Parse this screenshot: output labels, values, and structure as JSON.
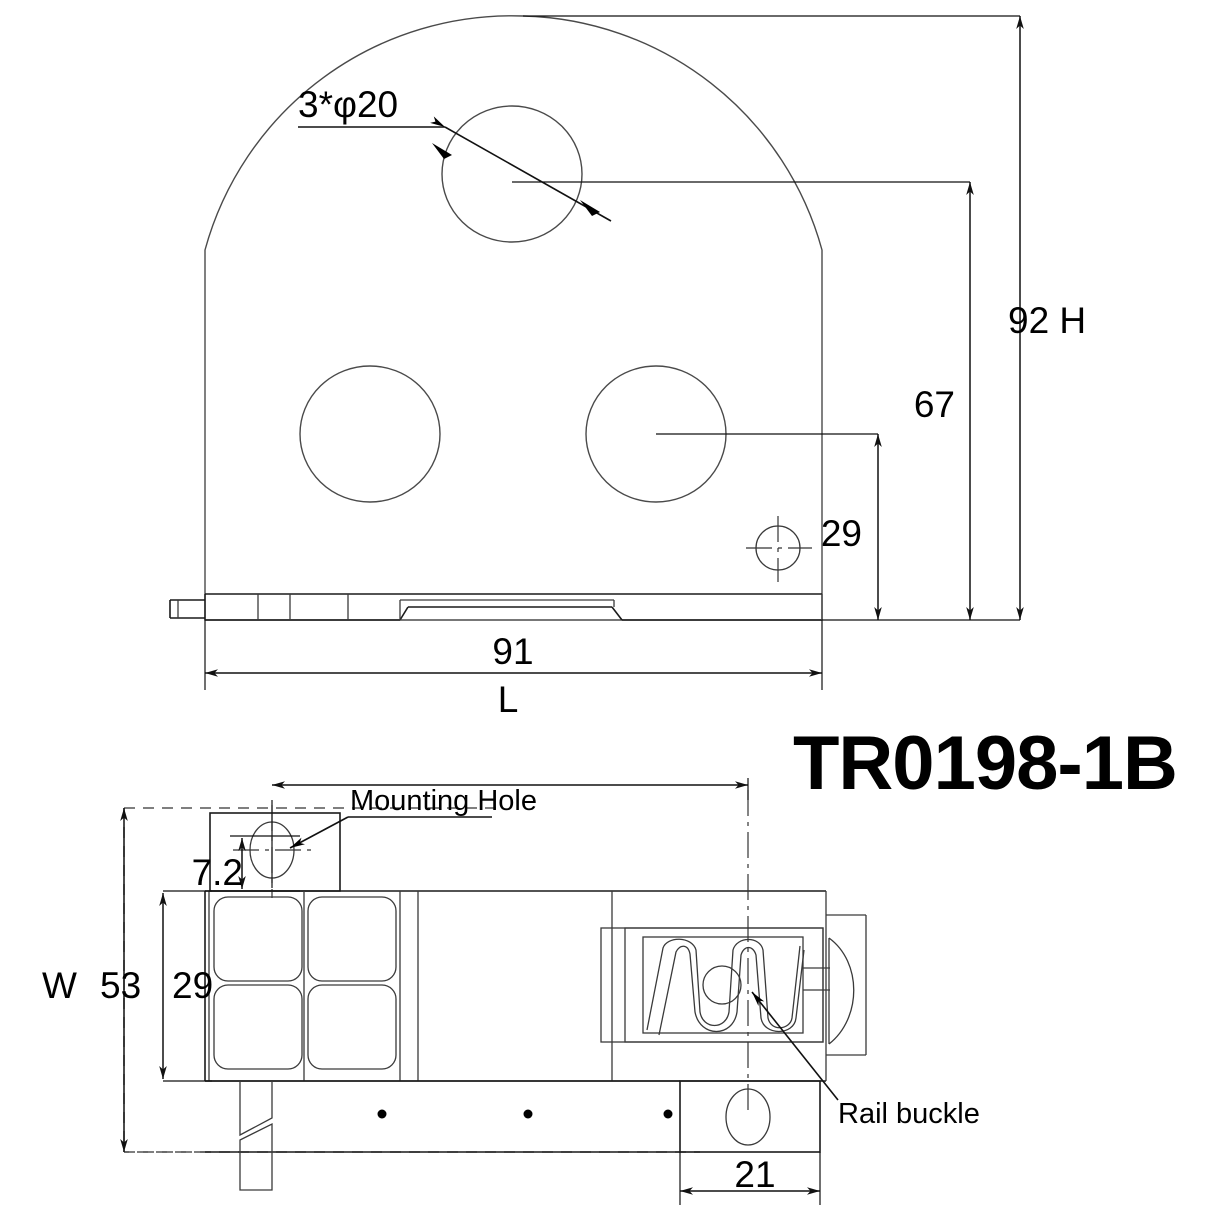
{
  "drawing": {
    "part_code": "TR0198-1B",
    "views": {
      "front": {
        "name": "front-view",
        "hole_note": "3*φ20",
        "dimensions": {
          "overall_height": "92  H",
          "mid_height": "67",
          "low_height": "29",
          "overall_length": "91",
          "length_symbol": "L"
        }
      },
      "bottom": {
        "name": "bottom-view",
        "annotations": {
          "mounting_hole": "Mounting Hole",
          "rail_buckle": "Rail buckle"
        },
        "dimensions": {
          "mounting_tab_height": "7.2",
          "width_symbol": "W",
          "overall_width": "53",
          "inner_width": "29",
          "buckle_width": "21"
        }
      }
    },
    "colors": {
      "line": "#1a1a1a",
      "thin_line": "#4a4a4a",
      "dimension": "#111111",
      "dashed": "#555555",
      "background": "#ffffff",
      "text": "#000000"
    },
    "icons": {
      "arrow": "arrow-head-icon",
      "center_mark": "center-mark-icon",
      "break": "break-line-icon"
    }
  }
}
